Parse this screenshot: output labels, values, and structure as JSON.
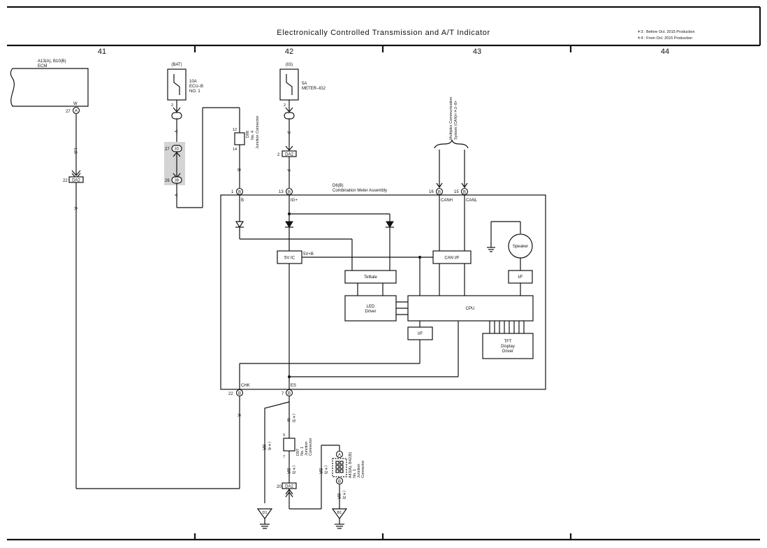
{
  "title": "Electronically Controlled Transmission and A/T Indicator",
  "notes": [
    "＊3 : Before Oct. 2015 Production",
    "＊4 : From Oct. 2015 Production"
  ],
  "columns": [
    "41",
    "42",
    "43",
    "44"
  ],
  "ecm": {
    "ref": "A13(A), B10(B)",
    "name": "ECM",
    "wire_top": "W",
    "pin_num": "27",
    "pin_letter": "A",
    "wire": "LG",
    "conn_pin": "22",
    "conn_id": "DA2",
    "wire_bottom": "R"
  },
  "bat_fuse": {
    "source": "(BAT)",
    "rating": "10A",
    "name1": "ECU–B",
    "name2": "NO. 1",
    "pin": "2",
    "wire": "V",
    "jp1_num": "27",
    "jp1_id": "3D",
    "jp2_num": "26",
    "jp2_id": "3B",
    "wire_bottom": "V"
  },
  "jc4": {
    "pin_top": "12",
    "pin_bot": "14",
    "id": "D98",
    "name1": "No. 4",
    "name2": "Junction Connector",
    "wire": "B"
  },
  "ig_fuse": {
    "source": "(IG)",
    "rating": "5A",
    "name": "METER–IG2",
    "pin": "2",
    "wire": "P",
    "conn_pin": "2",
    "conn_id": "DA2",
    "wire_bottom": "P"
  },
  "can": {
    "label1": "Multiplex Communication",
    "label2": "System (CAN)<＊2–8>"
  },
  "meter": {
    "id": "D6(B)",
    "name": "Combination Meter Assembly",
    "pins_top": [
      {
        "num": "1",
        "letter": "B",
        "label": "B"
      },
      {
        "num": "13",
        "letter": "B",
        "label": "IG+"
      },
      {
        "num": "16",
        "letter": "B",
        "label": "CANH"
      },
      {
        "num": "15",
        "letter": "B",
        "label": "CANL"
      }
    ],
    "pins_bottom": [
      {
        "num": "22",
        "letter": "B",
        "label": "CHK"
      },
      {
        "num": "7",
        "letter": "B",
        "label": "ES"
      }
    ],
    "blocks": {
      "vic": "5V IC",
      "v5b": "5V+B",
      "canif": "CAN I/F",
      "speaker": "Speaker",
      "if1": "I/F",
      "telltale": "Telltale",
      "led1": "LED",
      "led2": "Driver",
      "cpu": "CPU",
      "if2": "I/F",
      "tft1": "TFT",
      "tft2": "Display",
      "tft3": "Driver"
    }
  },
  "bottom": {
    "wire_w": "W",
    "n3a": "(＊3)",
    "jc1_top": "9",
    "jc1_bot": "7",
    "jc1_id": "D97",
    "jc1_n1": "No. 1",
    "jc1_n2": "Junction",
    "jc1_n3": "Connector",
    "wire_br1": "BR",
    "n4": "(＊4)",
    "wire_br2": "BR",
    "n3b": "(＊3)",
    "conn_pin": "20",
    "conn_id": "DA2",
    "wire_br3": "BR",
    "n3c": "(＊3)",
    "jc2_a": "A",
    "jc2_b": "B",
    "jc2_id": "A43(A), B42(B)",
    "jc2_n1": "No. 1",
    "jc2_n2": "Junction",
    "jc2_n3": "Connector",
    "wire_br4": "BR",
    "n3d": "(＊3)",
    "gnd1": "D1",
    "gnd2": "B1",
    "chk_wire": "R"
  }
}
